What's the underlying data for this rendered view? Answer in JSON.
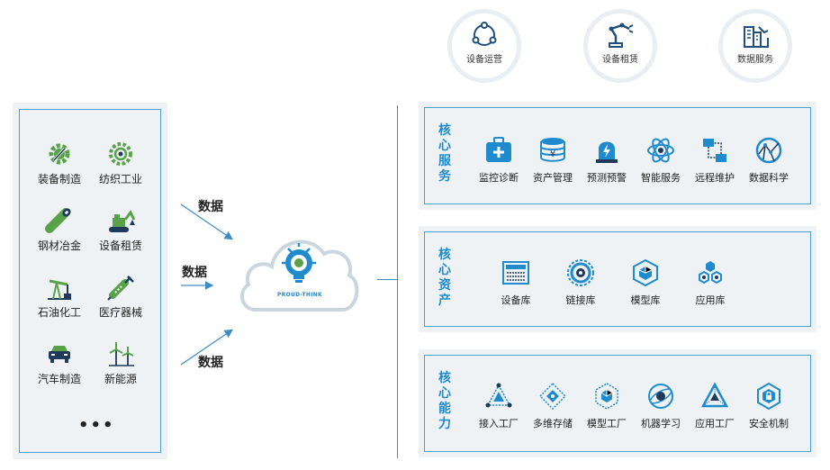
{
  "top_services": [
    {
      "label": "设备运营",
      "icon": "share-cycle-icon"
    },
    {
      "label": "设备租赁",
      "icon": "robot-arm-icon"
    },
    {
      "label": "数据服务",
      "icon": "building-chart-icon"
    }
  ],
  "industries": [
    {
      "label": "装备制造",
      "icon": "gear-wrench-icon"
    },
    {
      "label": "纺织工业",
      "icon": "textile-gear-icon"
    },
    {
      "label": "钢材冶金",
      "icon": "steel-pipe-icon"
    },
    {
      "label": "设备租赁",
      "icon": "excavator-icon"
    },
    {
      "label": "石油化工",
      "icon": "oil-pump-icon"
    },
    {
      "label": "医疗器械",
      "icon": "syringe-icon"
    },
    {
      "label": "汽车制造",
      "icon": "car-icon"
    },
    {
      "label": "新能源",
      "icon": "wind-turbine-icon"
    }
  ],
  "more": "•••",
  "data_labels": [
    "数据",
    "数据",
    "数据"
  ],
  "cloud": {
    "logo_text": "PROUD-THINK",
    "logo_icon": "lightbulb-icon"
  },
  "panels": [
    {
      "title": [
        "核",
        "心",
        "服",
        "务"
      ],
      "items": [
        {
          "label": "监控诊断",
          "icon": "medical-kit-icon"
        },
        {
          "label": "资产管理",
          "icon": "coin-stack-icon"
        },
        {
          "label": "预测预警",
          "icon": "alarm-bell-icon"
        },
        {
          "label": "智能服务",
          "icon": "atom-icon"
        },
        {
          "label": "远程维护",
          "icon": "remote-network-icon"
        },
        {
          "label": "数据科学",
          "icon": "globe-network-icon"
        }
      ]
    },
    {
      "title": [
        "核",
        "心",
        "资",
        "产"
      ],
      "items": [
        {
          "label": "设备库",
          "icon": "device-rack-icon"
        },
        {
          "label": "链接库",
          "icon": "link-disc-icon"
        },
        {
          "label": "模型库",
          "icon": "cube-model-icon"
        },
        {
          "label": "应用库",
          "icon": "hex-cluster-icon"
        }
      ]
    },
    {
      "title": [
        "核",
        "心",
        "能",
        "力"
      ],
      "items": [
        {
          "label": "接入工厂",
          "icon": "access-network-icon"
        },
        {
          "label": "多维存储",
          "icon": "diamond-grid-icon"
        },
        {
          "label": "模型工厂",
          "icon": "hex-model-icon"
        },
        {
          "label": "机器学习",
          "icon": "orbit-icon"
        },
        {
          "label": "应用工厂",
          "icon": "triangle-network-icon"
        },
        {
          "label": "安全机制",
          "icon": "secure-cube-icon"
        }
      ]
    }
  ],
  "colors": {
    "accent_blue": "#1f8bcc",
    "icon_green": "#5aa24a",
    "icon_dark": "#1f3a5a",
    "panel_bg": "#eef2f5"
  }
}
